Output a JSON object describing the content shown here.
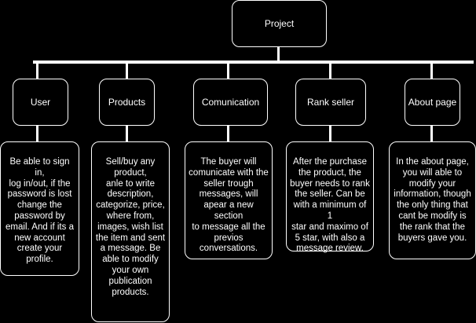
{
  "diagram": {
    "root": {
      "label": "Project"
    },
    "categories": [
      {
        "label": "User",
        "description": "Be able to sign in,\nlog in/out, if the\npassword is lost\nchange the\npassword by\nemail. And if its a\nnew account\ncreate your\nprofile."
      },
      {
        "label": "Products",
        "description": "Sell/buy any\nproduct,\nanle to write\ndescription,\ncategorize, price,\nwhere from,\nimages, wish list\nthe item and sent\na message. Be\nable to modify\nyour own\npublication\nproducts."
      },
      {
        "label": "Comunication",
        "description": "The buyer will\ncomunicate with the\nseller trough\nmessages, will\napear a new section\nto message all the\nprevios\nconversations."
      },
      {
        "label": "Rank seller",
        "description": "After the purchase\nthe product, the\nbuyer needs to rank\nthe seller. Can be\nwith a minimum of 1\nstar and maximo of\n5 star, with also a\nmessage review."
      },
      {
        "label": "About page",
        "description": "In the about page,\nyou will able to\nmodify your\ninformation, though\nthe only thing that\ncant be modify is\nthe rank that the\nbuyers gave you."
      }
    ]
  }
}
